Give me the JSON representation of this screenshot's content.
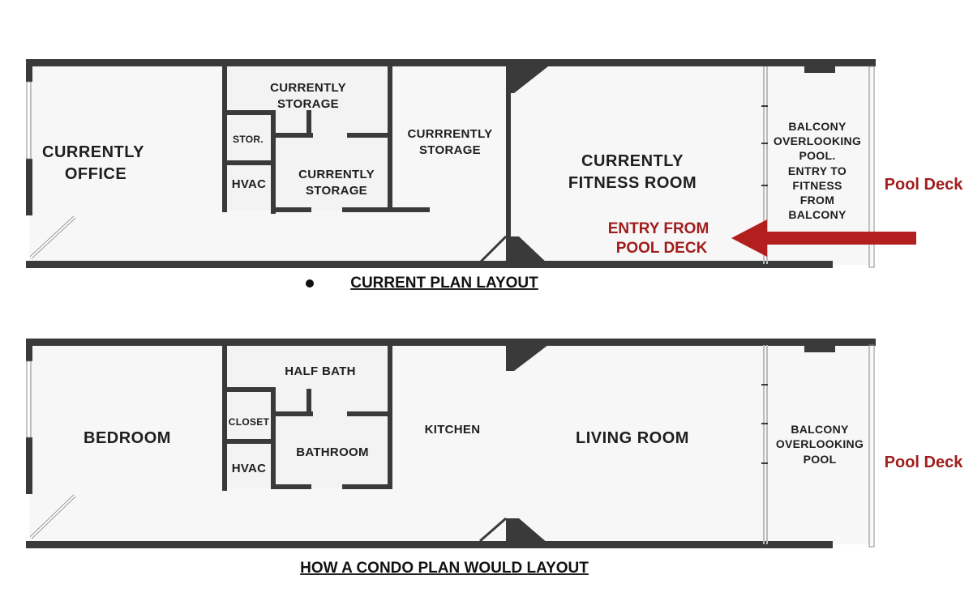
{
  "colors": {
    "wall": "#3a3a3a",
    "accent": "#a11d1d",
    "floor": "#f5f5f5"
  },
  "current_plan": {
    "caption": "CURRENT PLAN LAYOUT",
    "office": [
      "CURRENTLY",
      "OFFICE"
    ],
    "storage_top": [
      "CURRENTLY",
      "STORAGE"
    ],
    "stor_small": "STOR.",
    "hvac": "HVAC",
    "storage_mid": [
      "CURRENTLY",
      "STORAGE"
    ],
    "storage_right": [
      "CURRRENTLY",
      "STORAGE"
    ],
    "fitness": [
      "CURRENTLY",
      "FITNESS ROOM"
    ],
    "balcony": [
      "BALCONY",
      "OVERLOOKING",
      "POOL.",
      "ENTRY TO",
      "FITNESS",
      "FROM",
      "BALCONY"
    ],
    "entry": [
      "ENTRY FROM",
      "POOL DECK"
    ],
    "pool_deck": "Pool Deck"
  },
  "condo_plan": {
    "caption": "HOW A CONDO PLAN WOULD LAYOUT",
    "bedroom": "BEDROOM",
    "half_bath": "HALF BATH",
    "closet": "CLOSET",
    "hvac": "HVAC",
    "bathroom": "BATHROOM",
    "kitchen": "KITCHEN",
    "living": "LIVING ROOM",
    "balcony": [
      "BALCONY",
      "OVERLOOKING",
      "POOL"
    ],
    "pool_deck": "Pool Deck"
  }
}
